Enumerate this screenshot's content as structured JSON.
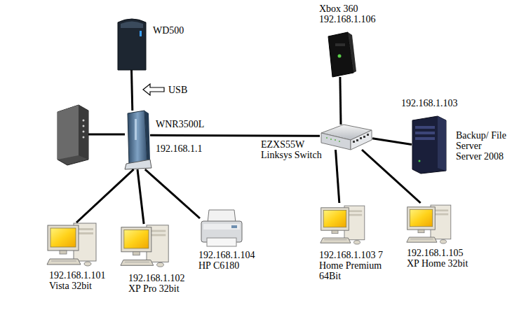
{
  "diagram": {
    "nodes": [
      {
        "text": [
          "WD500"
        ]
      },
      {
        "text": [
          "WNR3500L",
          "192.168.1.1"
        ]
      },
      {
        "text": [
          "192.168.1.101 Vista 32bit"
        ]
      },
      {
        "text": [
          "192.168.1.102 XP Pro 32bit"
        ]
      },
      {
        "text": [
          "192.168.1.104 HP C6180"
        ]
      },
      {
        "text": [
          "EZXS55W Linksys Switch"
        ]
      },
      {
        "text": [
          "Xbox 360 192.168.1.106"
        ]
      },
      {
        "text": [
          "192.168.1.103",
          "Backup/ File Server Server 2008"
        ]
      },
      {
        "text": [
          "192.168.1.103 7 Home Premium 64Bit"
        ]
      },
      {
        "text": [
          "192.168.1.105 XP Home 32bit"
        ]
      }
    ],
    "edges": [
      {
        "from": 0,
        "to": 1,
        "arrow": "none"
      },
      {
        "from": 1,
        "to": 2,
        "arrow": "none"
      },
      {
        "from": 1,
        "to": 3,
        "arrow": "none"
      },
      {
        "from": 1,
        "to": 4,
        "arrow": "none"
      },
      {
        "from": 1,
        "to": 5,
        "arrow": "none"
      },
      {
        "from": 5,
        "to": 6,
        "arrow": "none"
      },
      {
        "from": 5,
        "to": 7,
        "arrow": "none"
      },
      {
        "from": 5,
        "to": 8,
        "arrow": "none"
      },
      {
        "from": 5,
        "to": 9,
        "arrow": "none"
      }
    ],
    "labels": [
      "USB"
    ]
  }
}
